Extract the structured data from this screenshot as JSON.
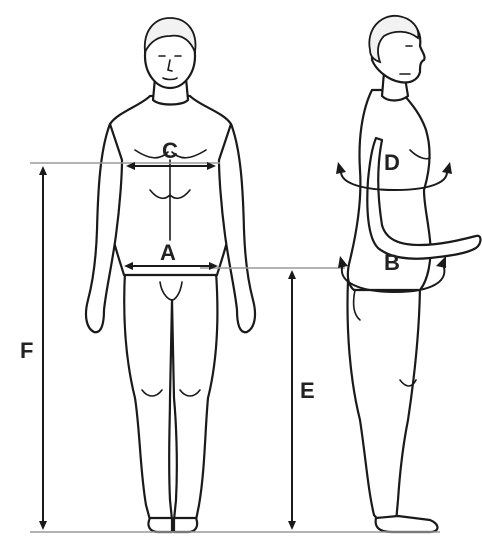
{
  "diagram": {
    "labels": {
      "A": "A",
      "B": "B",
      "C": "C",
      "D": "D",
      "E": "E",
      "F": "F"
    },
    "colors": {
      "outline": "#1a1a1a",
      "guide": "#9a9a9a",
      "label": "#222222"
    }
  }
}
